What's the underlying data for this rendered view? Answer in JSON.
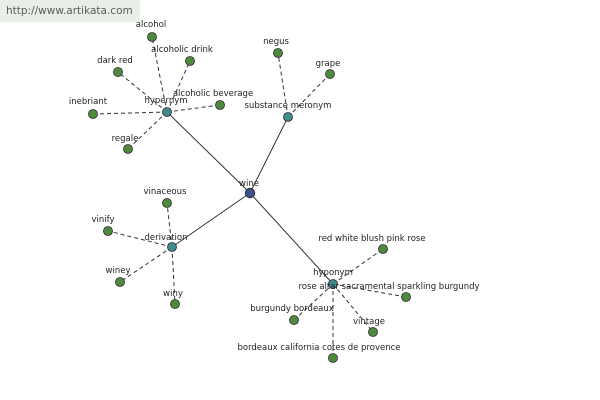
{
  "watermark": "http://www.artikata.com",
  "colors": {
    "center": "#3d4f8c",
    "hub": "#3f8a8a",
    "leaf": "#4e8a3e",
    "edge": "#333333"
  },
  "graph": {
    "center": {
      "id": "wine",
      "label": "wine"
    },
    "hubs": [
      {
        "id": "hypernym",
        "label": "hypernym",
        "leaves": [
          {
            "id": "alcohol",
            "label": "alcohol"
          },
          {
            "id": "alcoholic-drink",
            "label": "alcoholic drink"
          },
          {
            "id": "dark-red",
            "label": "dark red"
          },
          {
            "id": "inebriant",
            "label": "inebriant"
          },
          {
            "id": "alcoholic-beverage",
            "label": "alcoholic beverage"
          },
          {
            "id": "regale",
            "label": "regale"
          }
        ]
      },
      {
        "id": "substance-meronym",
        "label": "substance meronym",
        "leaves": [
          {
            "id": "negus",
            "label": "negus"
          },
          {
            "id": "grape",
            "label": "grape"
          }
        ]
      },
      {
        "id": "derivation",
        "label": "derivation",
        "leaves": [
          {
            "id": "vinaceous",
            "label": "vinaceous"
          },
          {
            "id": "vinify",
            "label": "vinify"
          },
          {
            "id": "winey",
            "label": "winey"
          },
          {
            "id": "winy",
            "label": "winy"
          }
        ]
      },
      {
        "id": "hyponym",
        "label": "hyponym",
        "leaves": [
          {
            "id": "red-white-blush-pink-rose",
            "label": "red white blush pink rose"
          },
          {
            "id": "rose-altar-sacramental",
            "label": "rose altar sacramental sparkling burgundy"
          },
          {
            "id": "burgundy-bordeaux",
            "label": "burgundy bordeaux"
          },
          {
            "id": "vintage",
            "label": "vintage"
          },
          {
            "id": "bordeaux-california",
            "label": "bordeaux california cotes de provence"
          }
        ]
      }
    ]
  }
}
